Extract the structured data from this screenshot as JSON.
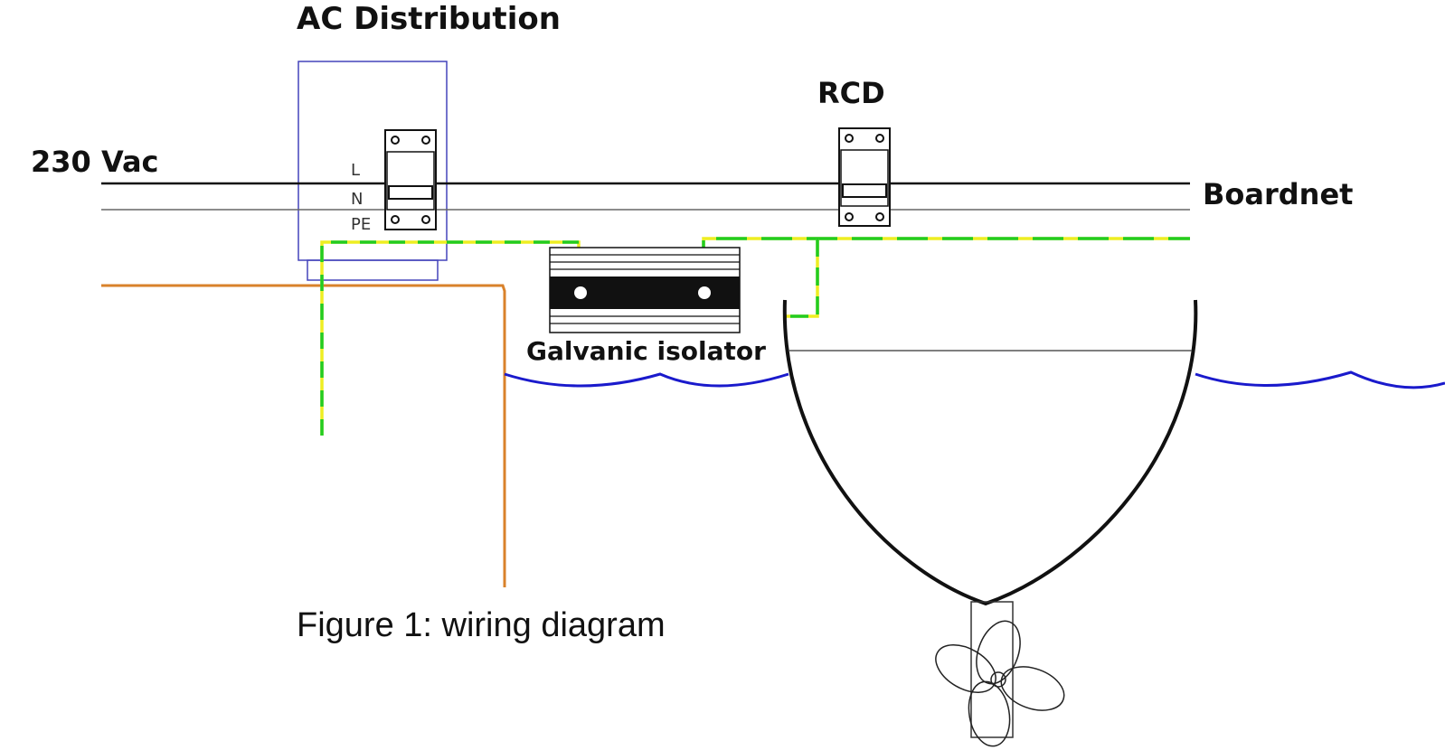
{
  "labels": {
    "ac_distribution": "AC Distribution",
    "rcd": "RCD",
    "supply": "230 Vac",
    "boardnet": "Boardnet",
    "galvanic_isolator": "Galvanic isolator",
    "line_l": "L",
    "line_n": "N",
    "line_pe": "PE",
    "caption": "Figure 1: wiring diagram"
  },
  "colors": {
    "live": "#111111",
    "neutral": "#666666",
    "earth_green": "#22cc22",
    "earth_yellow": "#eeee22",
    "shore_ground": "#d9822b",
    "water": "#1a1acc",
    "distribution_box": "#4444bb",
    "hull": "#111111"
  }
}
